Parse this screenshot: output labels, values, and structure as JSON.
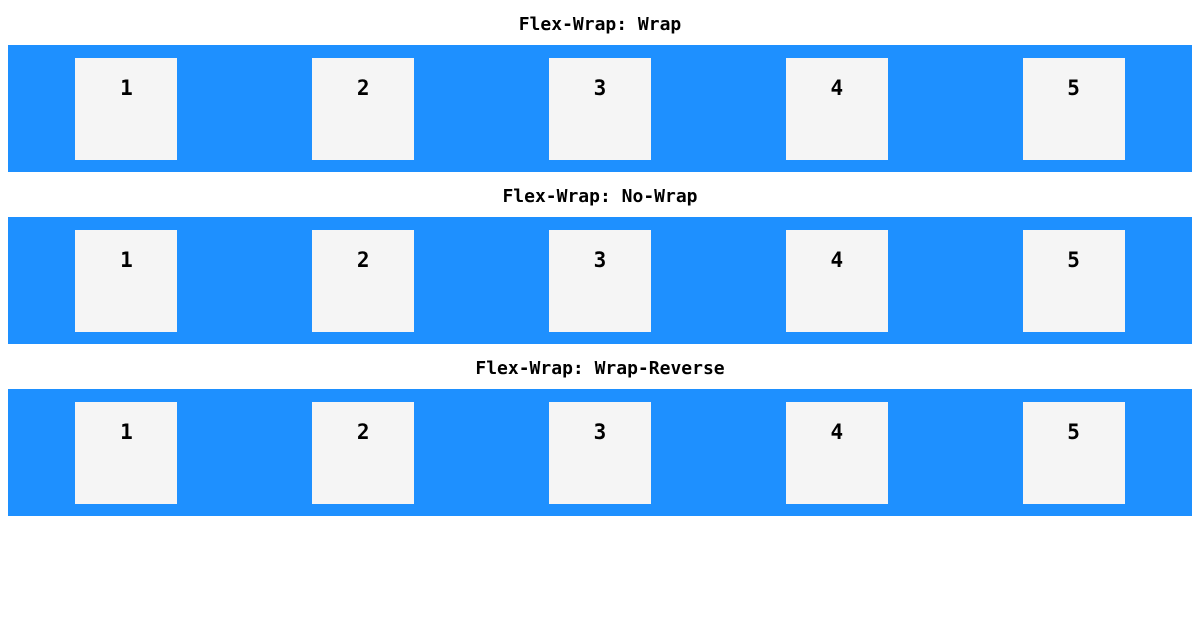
{
  "colors": {
    "page_background": "#ffffff",
    "container_background": "#1e90ff",
    "item_background": "#f5f5f5",
    "text": "#000000"
  },
  "sections": [
    {
      "title": "Flex-Wrap: Wrap",
      "items": [
        "1",
        "2",
        "3",
        "4",
        "5"
      ]
    },
    {
      "title": "Flex-Wrap: No-Wrap",
      "items": [
        "1",
        "2",
        "3",
        "4",
        "5"
      ]
    },
    {
      "title": "Flex-Wrap: Wrap-Reverse",
      "items": [
        "1",
        "2",
        "3",
        "4",
        "5"
      ]
    }
  ]
}
